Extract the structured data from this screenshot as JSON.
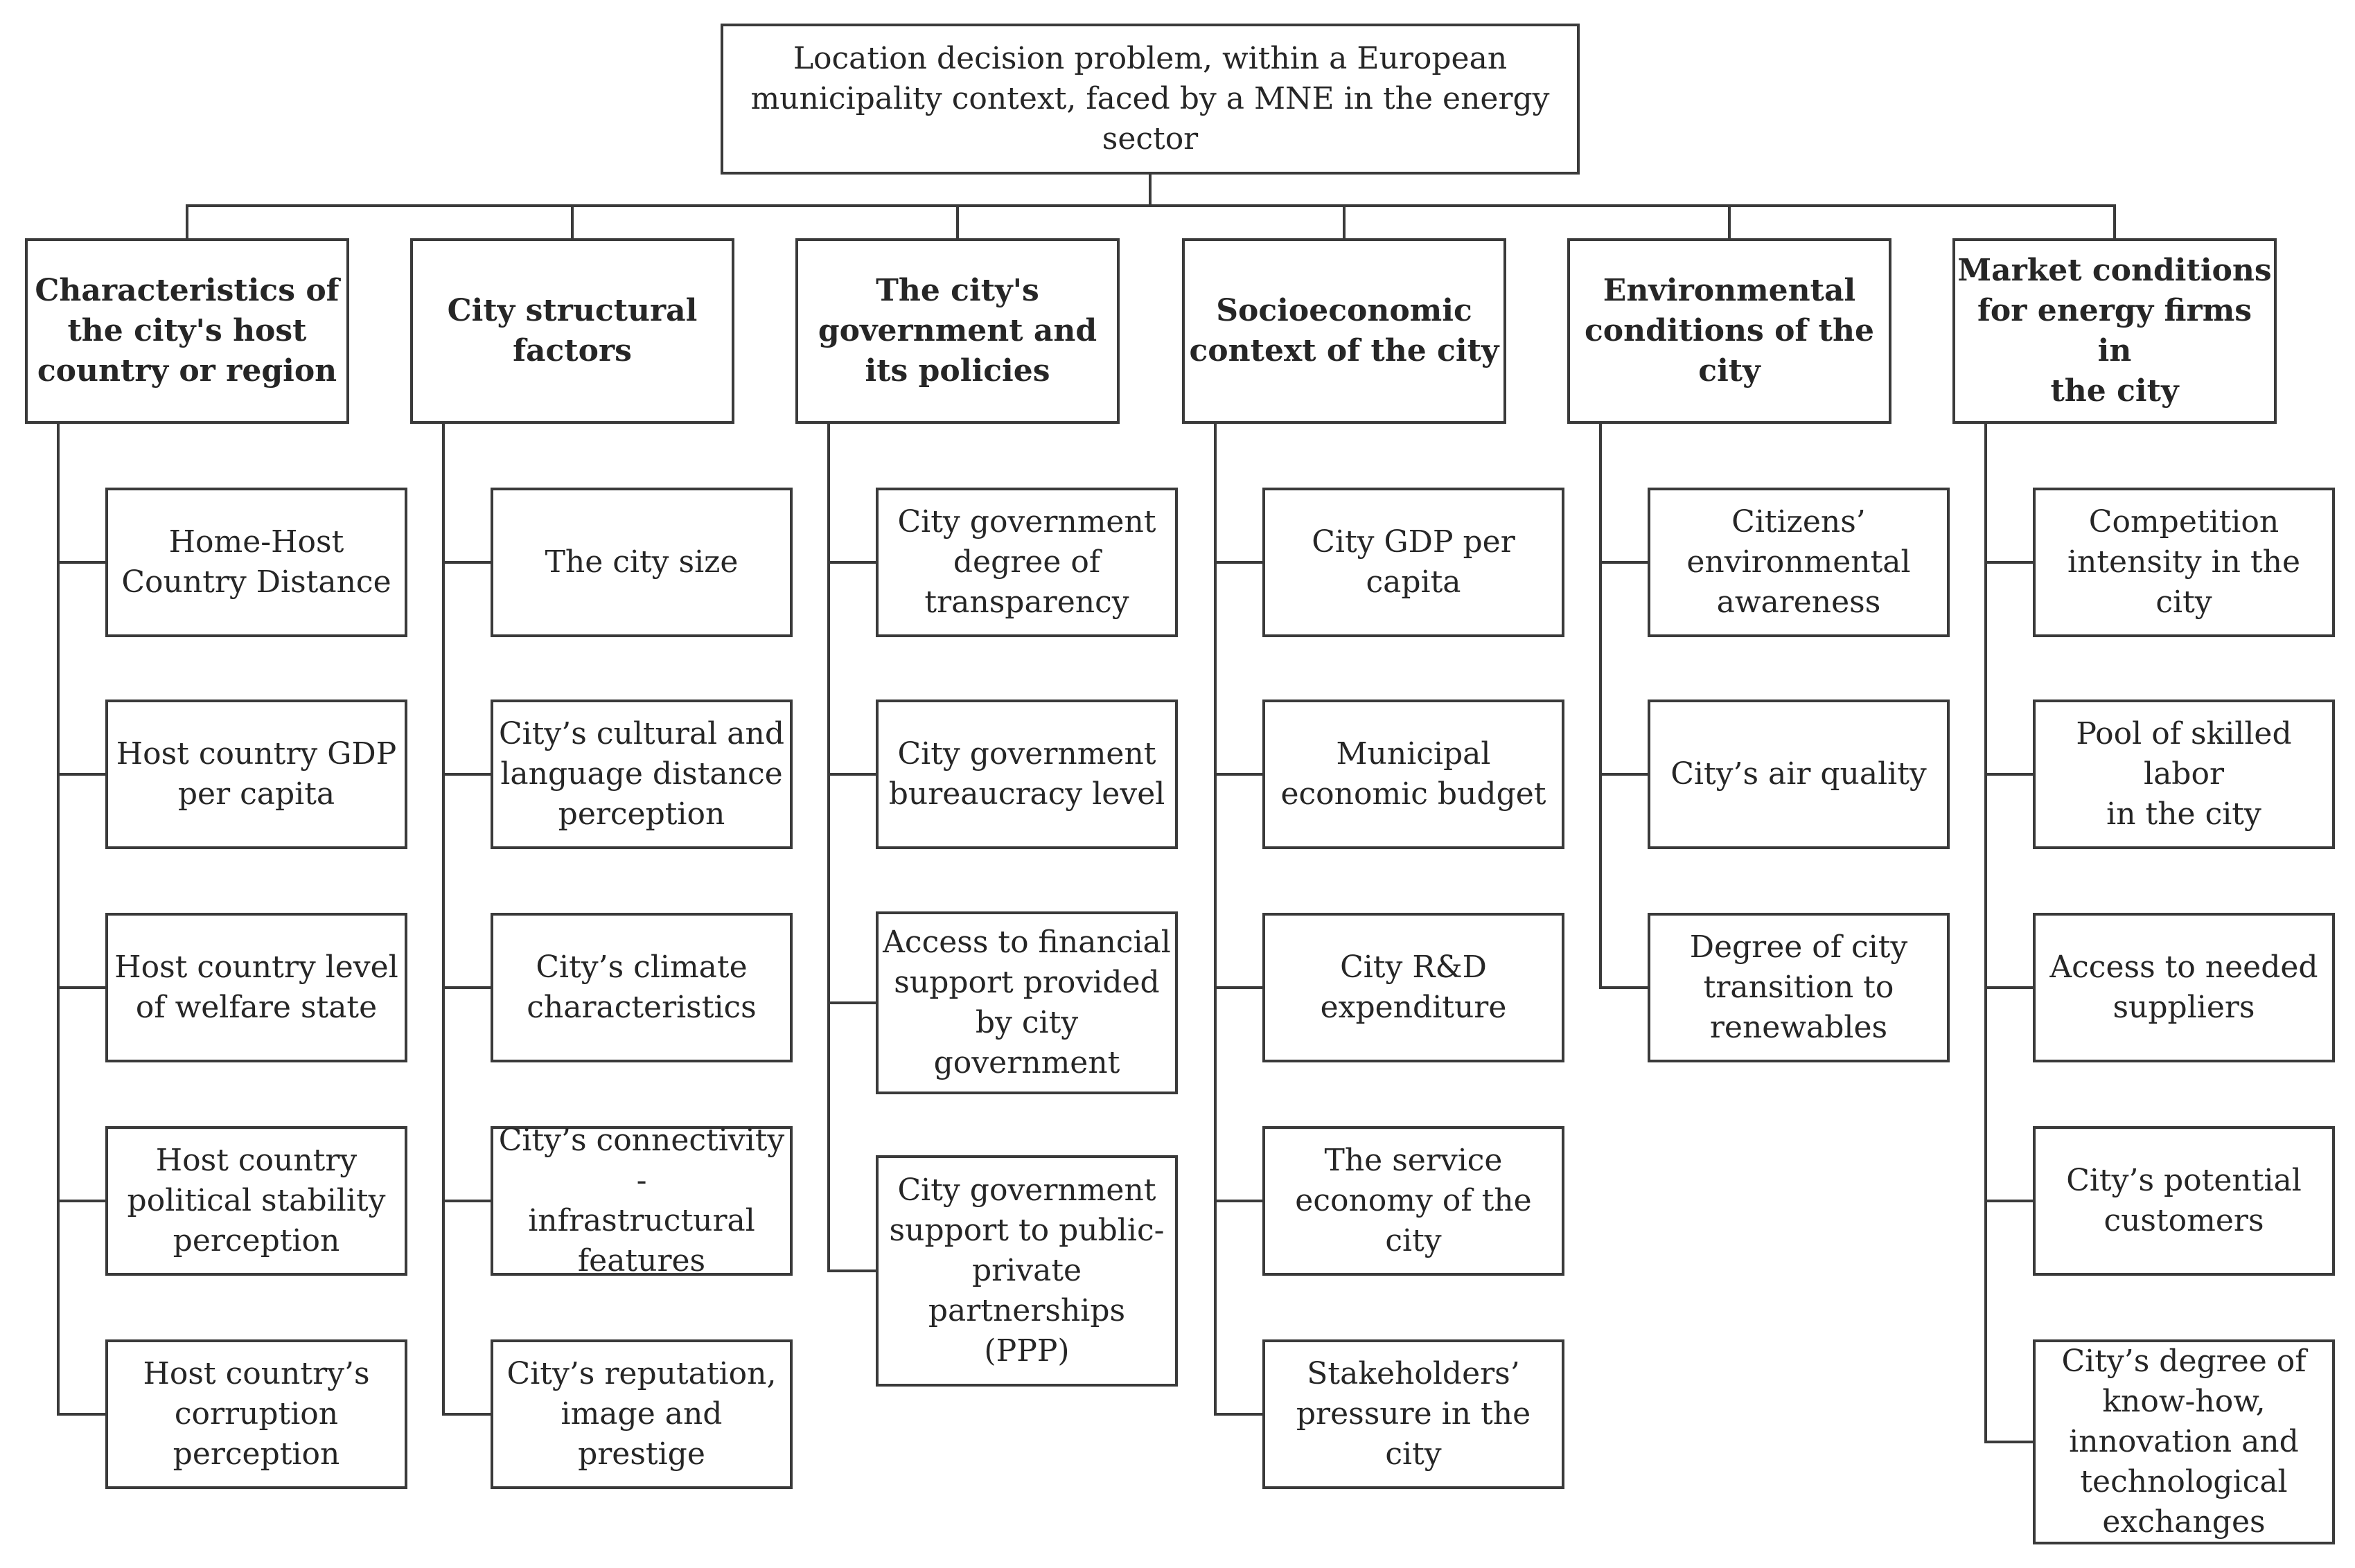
{
  "root": {
    "label": "Location decision problem, within a European\nmunicipality context, faced by a MNE in the energy\nsector"
  },
  "categories": [
    {
      "label": "Characteristics of\nthe city's host\ncountry or region",
      "factors": [
        "Home-Host\nCountry Distance",
        "Host country GDP\nper capita",
        "Host country level\nof welfare state",
        "Host country\npolitical stability\nperception",
        "Host country’s\ncorruption\nperception"
      ]
    },
    {
      "label": "City structural\nfactors",
      "factors": [
        "The city size",
        "City’s cultural and\nlanguage distance\nperception",
        "City’s climate\ncharacteristics",
        "City’s connectivity -\ninfrastructural\nfeatures",
        "City’s reputation,\nimage and prestige"
      ]
    },
    {
      "label": "The city's\ngovernment and\nits policies",
      "factors": [
        "City government\ndegree of\ntransparency",
        "City government\nbureaucracy level",
        "Access to financial\nsupport provided\nby city\ngovernment",
        "City government\nsupport to public-\nprivate\npartnerships\n(PPP)"
      ]
    },
    {
      "label": "Socioeconomic\ncontext of the city",
      "factors": [
        "City GDP per\ncapita",
        "Municipal\neconomic budget",
        "City R&D\nexpenditure",
        "The service\neconomy of the\ncity",
        "Stakeholders’\npressure in the city"
      ]
    },
    {
      "label": "Environmental\nconditions of the\ncity",
      "factors": [
        "Citizens’\nenvironmental\nawareness",
        "City’s air quality",
        "Degree of city\ntransition to\nrenewables"
      ]
    },
    {
      "label": "Market conditions\nfor energy firms in\nthe city",
      "factors": [
        "Competition\nintensity in the city",
        "Pool of skilled labor\nin the city",
        "Access to needed\nsuppliers",
        "City’s potential\ncustomers",
        "City’s degree of\nknow-how,\ninnovation and\ntechnological\nexchanges"
      ]
    }
  ]
}
